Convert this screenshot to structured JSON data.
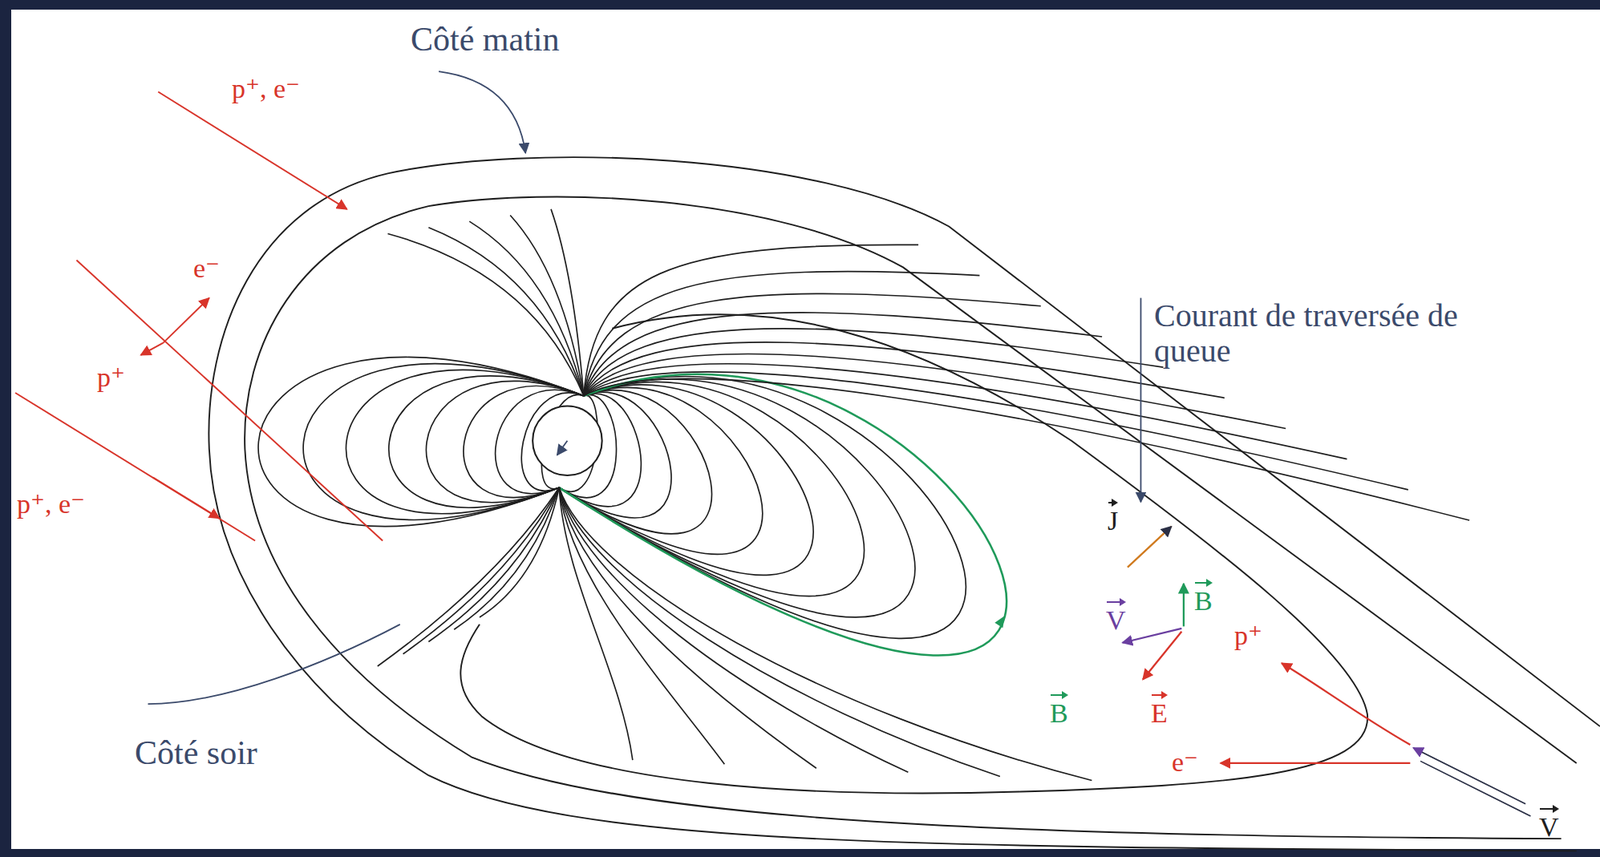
{
  "diagram": {
    "labels": [
      "Côté matin",
      "p⁺, e⁻",
      "e⁻",
      "p⁺",
      "p⁺, e⁻",
      "Courant de traversée de queue",
      "J",
      "V",
      "B",
      "E",
      "B",
      "p⁺",
      "e⁻",
      "V",
      "Côté soir"
    ]
  }
}
